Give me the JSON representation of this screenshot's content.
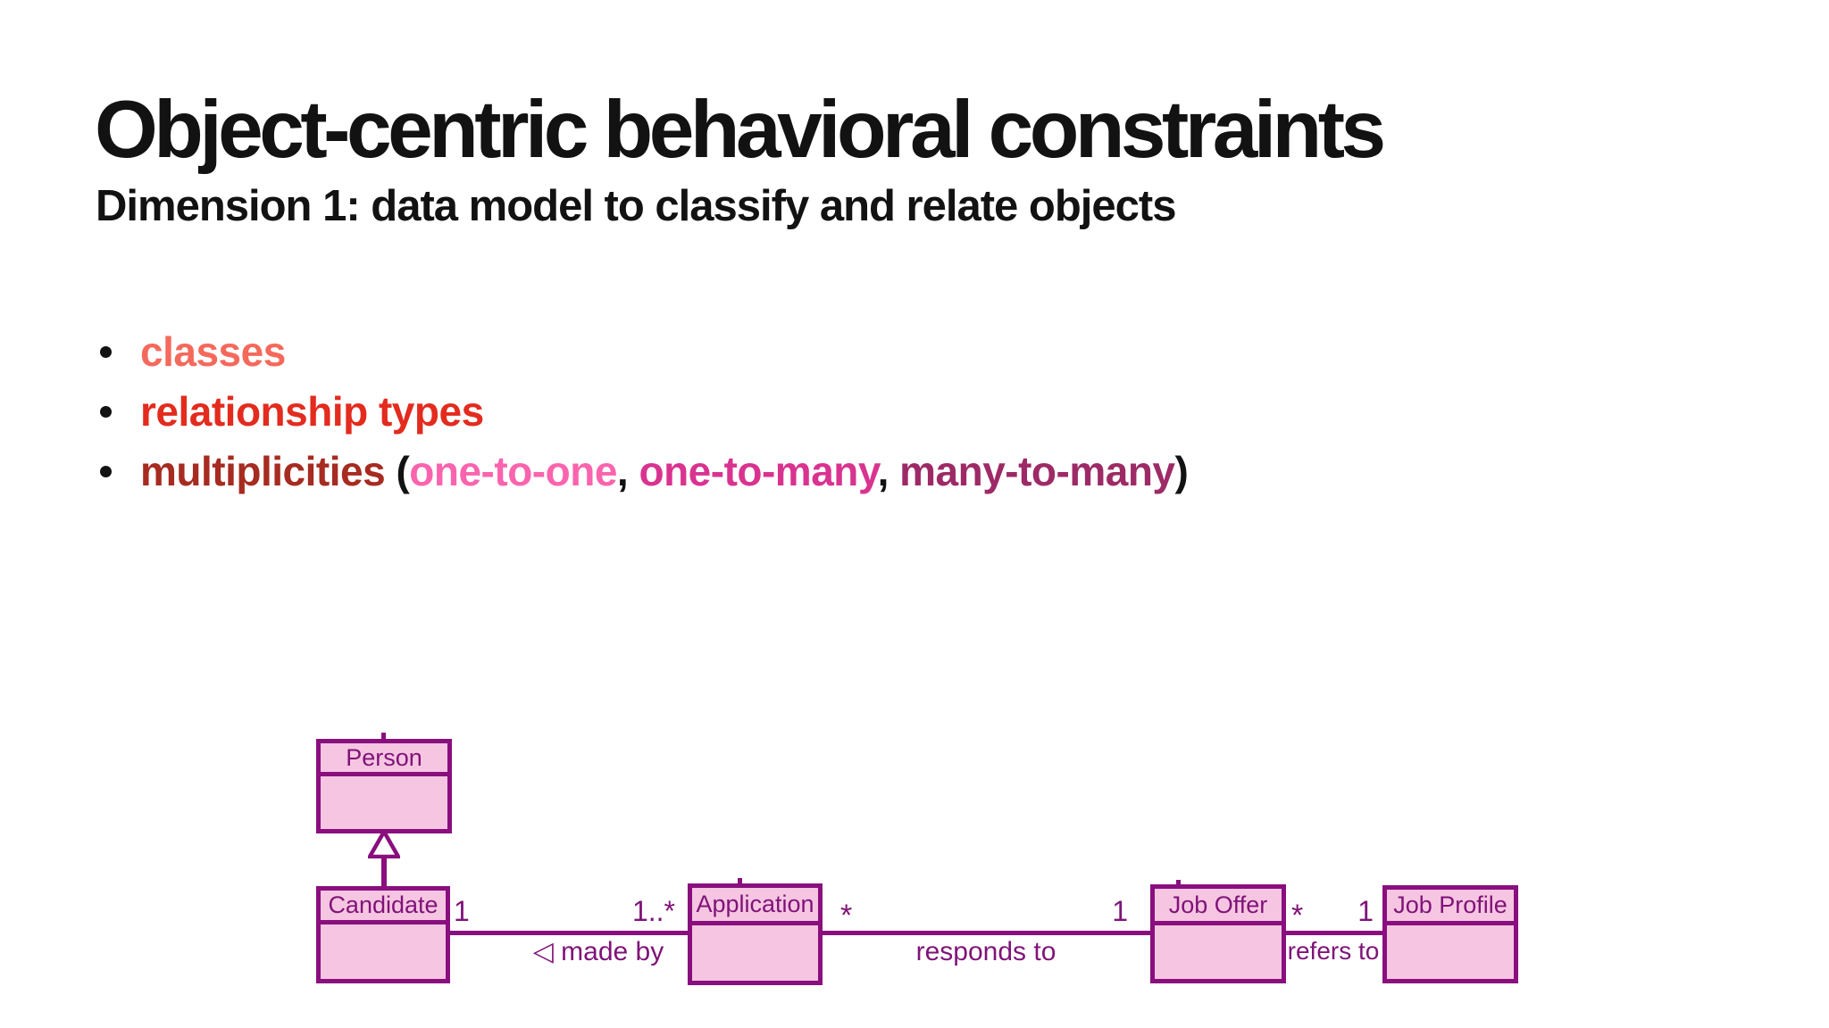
{
  "colors": {
    "background": "#FFFFFF",
    "heading": "#121212",
    "bullet-classes": "#F4695C",
    "bullet-relationships": "#E32B1E",
    "bullet-multiplicities": "#A62B20",
    "one-to-one": "#FA64AE",
    "one-to-many": "#D93390",
    "many-to-many": "#9D2A66",
    "diagram-line": "#8A0F7E",
    "diagram-text": "#7F1378",
    "diagram-fill": "#F6C5E2"
  },
  "header": {
    "title": "Object-centric behavioral constraints",
    "subtitle": "Dimension 1: data model to classify and relate objects"
  },
  "bullets": {
    "items": [
      {
        "text": "classes"
      },
      {
        "text": "relationship types"
      },
      {
        "parts": [
          "multiplicities",
          " (",
          "one-to-one",
          ", ",
          "one-to-many",
          ", ",
          "many-to-many",
          ")"
        ]
      }
    ]
  },
  "diagram": {
    "classes": [
      {
        "name": "Person"
      },
      {
        "name": "Candidate"
      },
      {
        "name": "Application"
      },
      {
        "name": "Job Offer"
      },
      {
        "name": "Job Profile"
      }
    ],
    "generalization": {
      "type": "generalization",
      "from": "Candidate",
      "to": "Person"
    },
    "associations": [
      {
        "label": "◁ made by",
        "from": "Candidate",
        "from_multiplicity": "1",
        "to": "Application",
        "to_multiplicity": "1..*"
      },
      {
        "label": "responds to",
        "from": "Application",
        "from_multiplicity": "*",
        "to": "Job Offer",
        "to_multiplicity": "1"
      },
      {
        "label": "refers to",
        "from": "Job Offer",
        "from_multiplicity": "*",
        "to": "Job Profile",
        "to_multiplicity": "1"
      }
    ]
  }
}
